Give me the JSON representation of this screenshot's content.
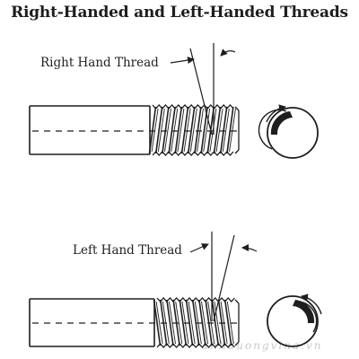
{
  "title": "Right-Handed and Left-Handed Threads",
  "labels": {
    "right_hand": "Right Hand Thread",
    "left_hand": "Left Hand Thread"
  },
  "watermark": "anhduongvina.vn",
  "colors": {
    "ink": "#1e1e1e",
    "background": "#ffffff"
  },
  "icons": {
    "rotation_right": "clockwise-rotation-icon",
    "rotation_left": "counterclockwise-rotation-icon"
  }
}
